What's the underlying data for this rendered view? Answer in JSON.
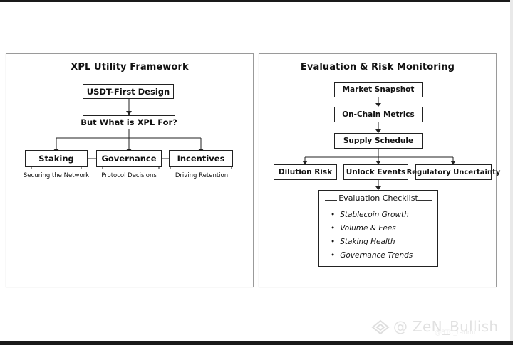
{
  "left_panel": {
    "title": "XPL Utility Framework",
    "top_box": "USDT-First Design",
    "question_box": "But What is XPL For?",
    "pillars": [
      {
        "label": "Staking",
        "caption": "Securing the Network"
      },
      {
        "label": "Governance",
        "caption": "Protocol Decisions"
      },
      {
        "label": "Incentives",
        "caption": "Driving Retention"
      }
    ]
  },
  "right_panel": {
    "title": "Evaluation & Risk Monitoring",
    "steps": [
      "Market Snapshot",
      "On-Chain Metrics",
      "Supply Schedule"
    ],
    "risks": [
      "Dilution Risk",
      "Unlock Events",
      "Regulatory Uncertainty"
    ],
    "checklist": {
      "title": "Evaluation Checklist",
      "bullet": "•",
      "items": [
        "Stablecoin Growth",
        "Volume & Fees",
        "Staking Health",
        "Governance Trends"
      ]
    }
  },
  "watermark": {
    "icon": "diamond-logo-icon",
    "text": "@ ZeN_Bullish",
    "subtext": "@BTC_ranmi"
  }
}
